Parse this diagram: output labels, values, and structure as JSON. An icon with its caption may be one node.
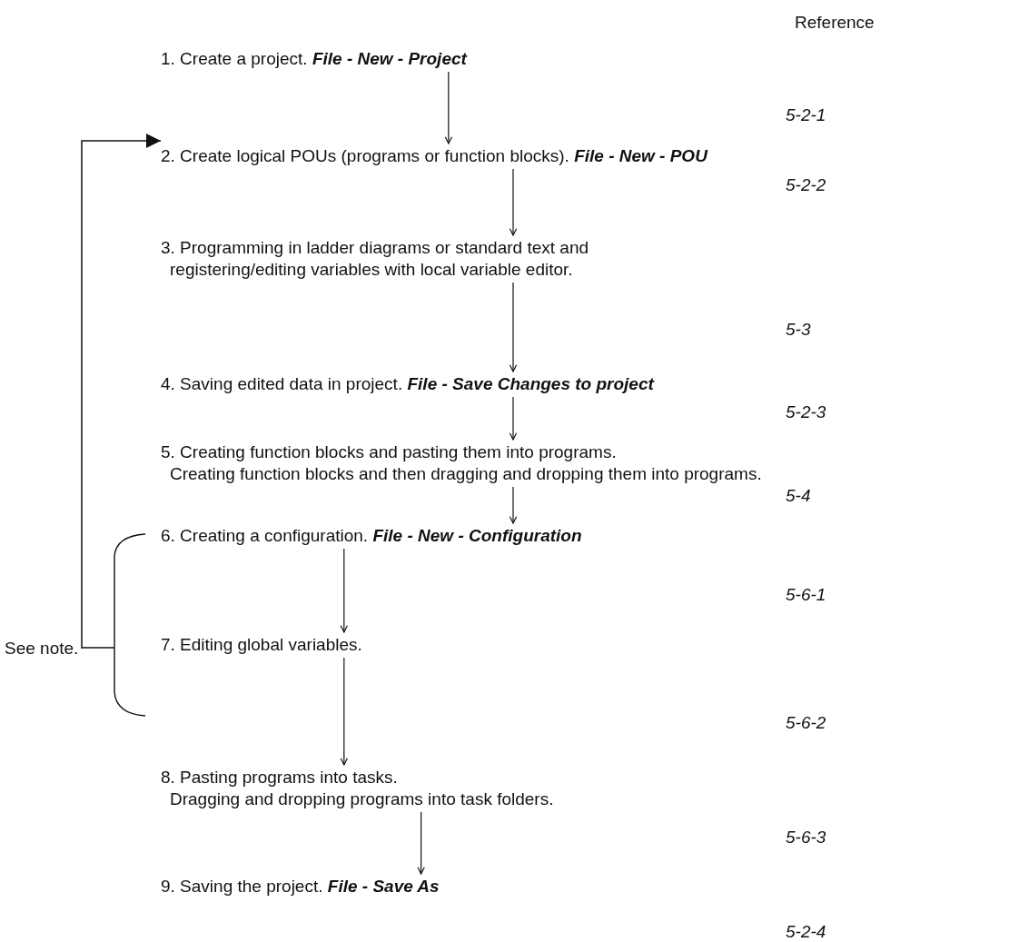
{
  "diagram": {
    "nodes": [
      {
        "text": [
          "1. Create a project. **File - New - Project**"
        ]
      },
      {
        "text": [
          "2. Create logical POUs (programs or function blocks). **File - New - POU**"
        ]
      },
      {
        "text": [
          "3. Programming in ladder diagrams or standard text and registering/editing variables with local variable editor."
        ]
      },
      {
        "text": [
          "4. Saving edited data in project. **File - Save Changes to project**"
        ]
      },
      {
        "text": [
          "5. Creating function blocks and pasting them into programs.",
          "Creating function blocks and then dragging and dropping them into programs."
        ]
      },
      {
        "text": [
          "6. Creating a configuration. **File - New - Configuration**"
        ]
      },
      {
        "text": [
          "7. Editing global variables."
        ]
      },
      {
        "text": [
          "8. Pasting programs into tasks.",
          "Dragging and dropping programs into task folders."
        ]
      },
      {
        "text": [
          "9. Saving the project. **File - Save As**"
        ]
      },
      {
        "text": [
          "See note."
        ]
      }
    ],
    "edges": [
      {
        "from": 0,
        "to": 1,
        "arrow": "to"
      },
      {
        "from": 1,
        "to": 2,
        "arrow": "to"
      },
      {
        "from": 2,
        "to": 3,
        "arrow": "to"
      },
      {
        "from": 3,
        "to": 4,
        "arrow": "to"
      },
      {
        "from": 4,
        "to": 5,
        "arrow": "to"
      },
      {
        "from": 5,
        "to": 6,
        "arrow": "to"
      },
      {
        "from": 6,
        "to": 7,
        "arrow": "to"
      },
      {
        "from": 7,
        "to": 8,
        "arrow": "to"
      },
      {
        "from": 9,
        "to": 1,
        "arrow": "to"
      }
    ],
    "labels": [
      "Reference",
      "5-2-1",
      "5-2-2",
      "5-3",
      "5-2-3",
      "5-4",
      "5-6-1",
      "5-6-2",
      "5-6-3",
      "5-2-4"
    ]
  }
}
